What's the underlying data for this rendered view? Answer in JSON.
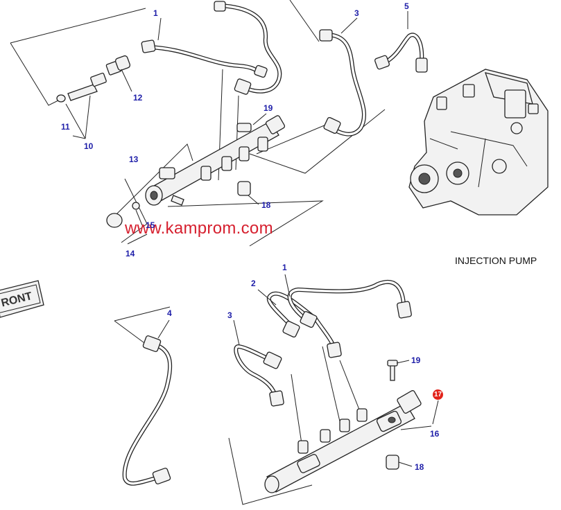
{
  "watermark": "www.kamprom.com",
  "pump_label": "INJECTION PUMP",
  "front_label": "RONT",
  "highlight_callout": "17",
  "callouts": {
    "top_1": "1",
    "top_3": "3",
    "top_5": "5",
    "top_12": "12",
    "top_11": "11",
    "top_10": "10",
    "top_19": "19",
    "top_13": "13",
    "top_18": "18",
    "top_15": "15",
    "top_14": "14",
    "bottom_1": "1",
    "bottom_2": "2",
    "bottom_4": "4",
    "bottom_3": "3",
    "bottom_19": "19",
    "bottom_16": "16",
    "bottom_18": "18"
  },
  "colors": {
    "callout": "#1d1da8",
    "watermark": "#d6202f",
    "highlight": "#e2231a",
    "line": "#222222"
  }
}
